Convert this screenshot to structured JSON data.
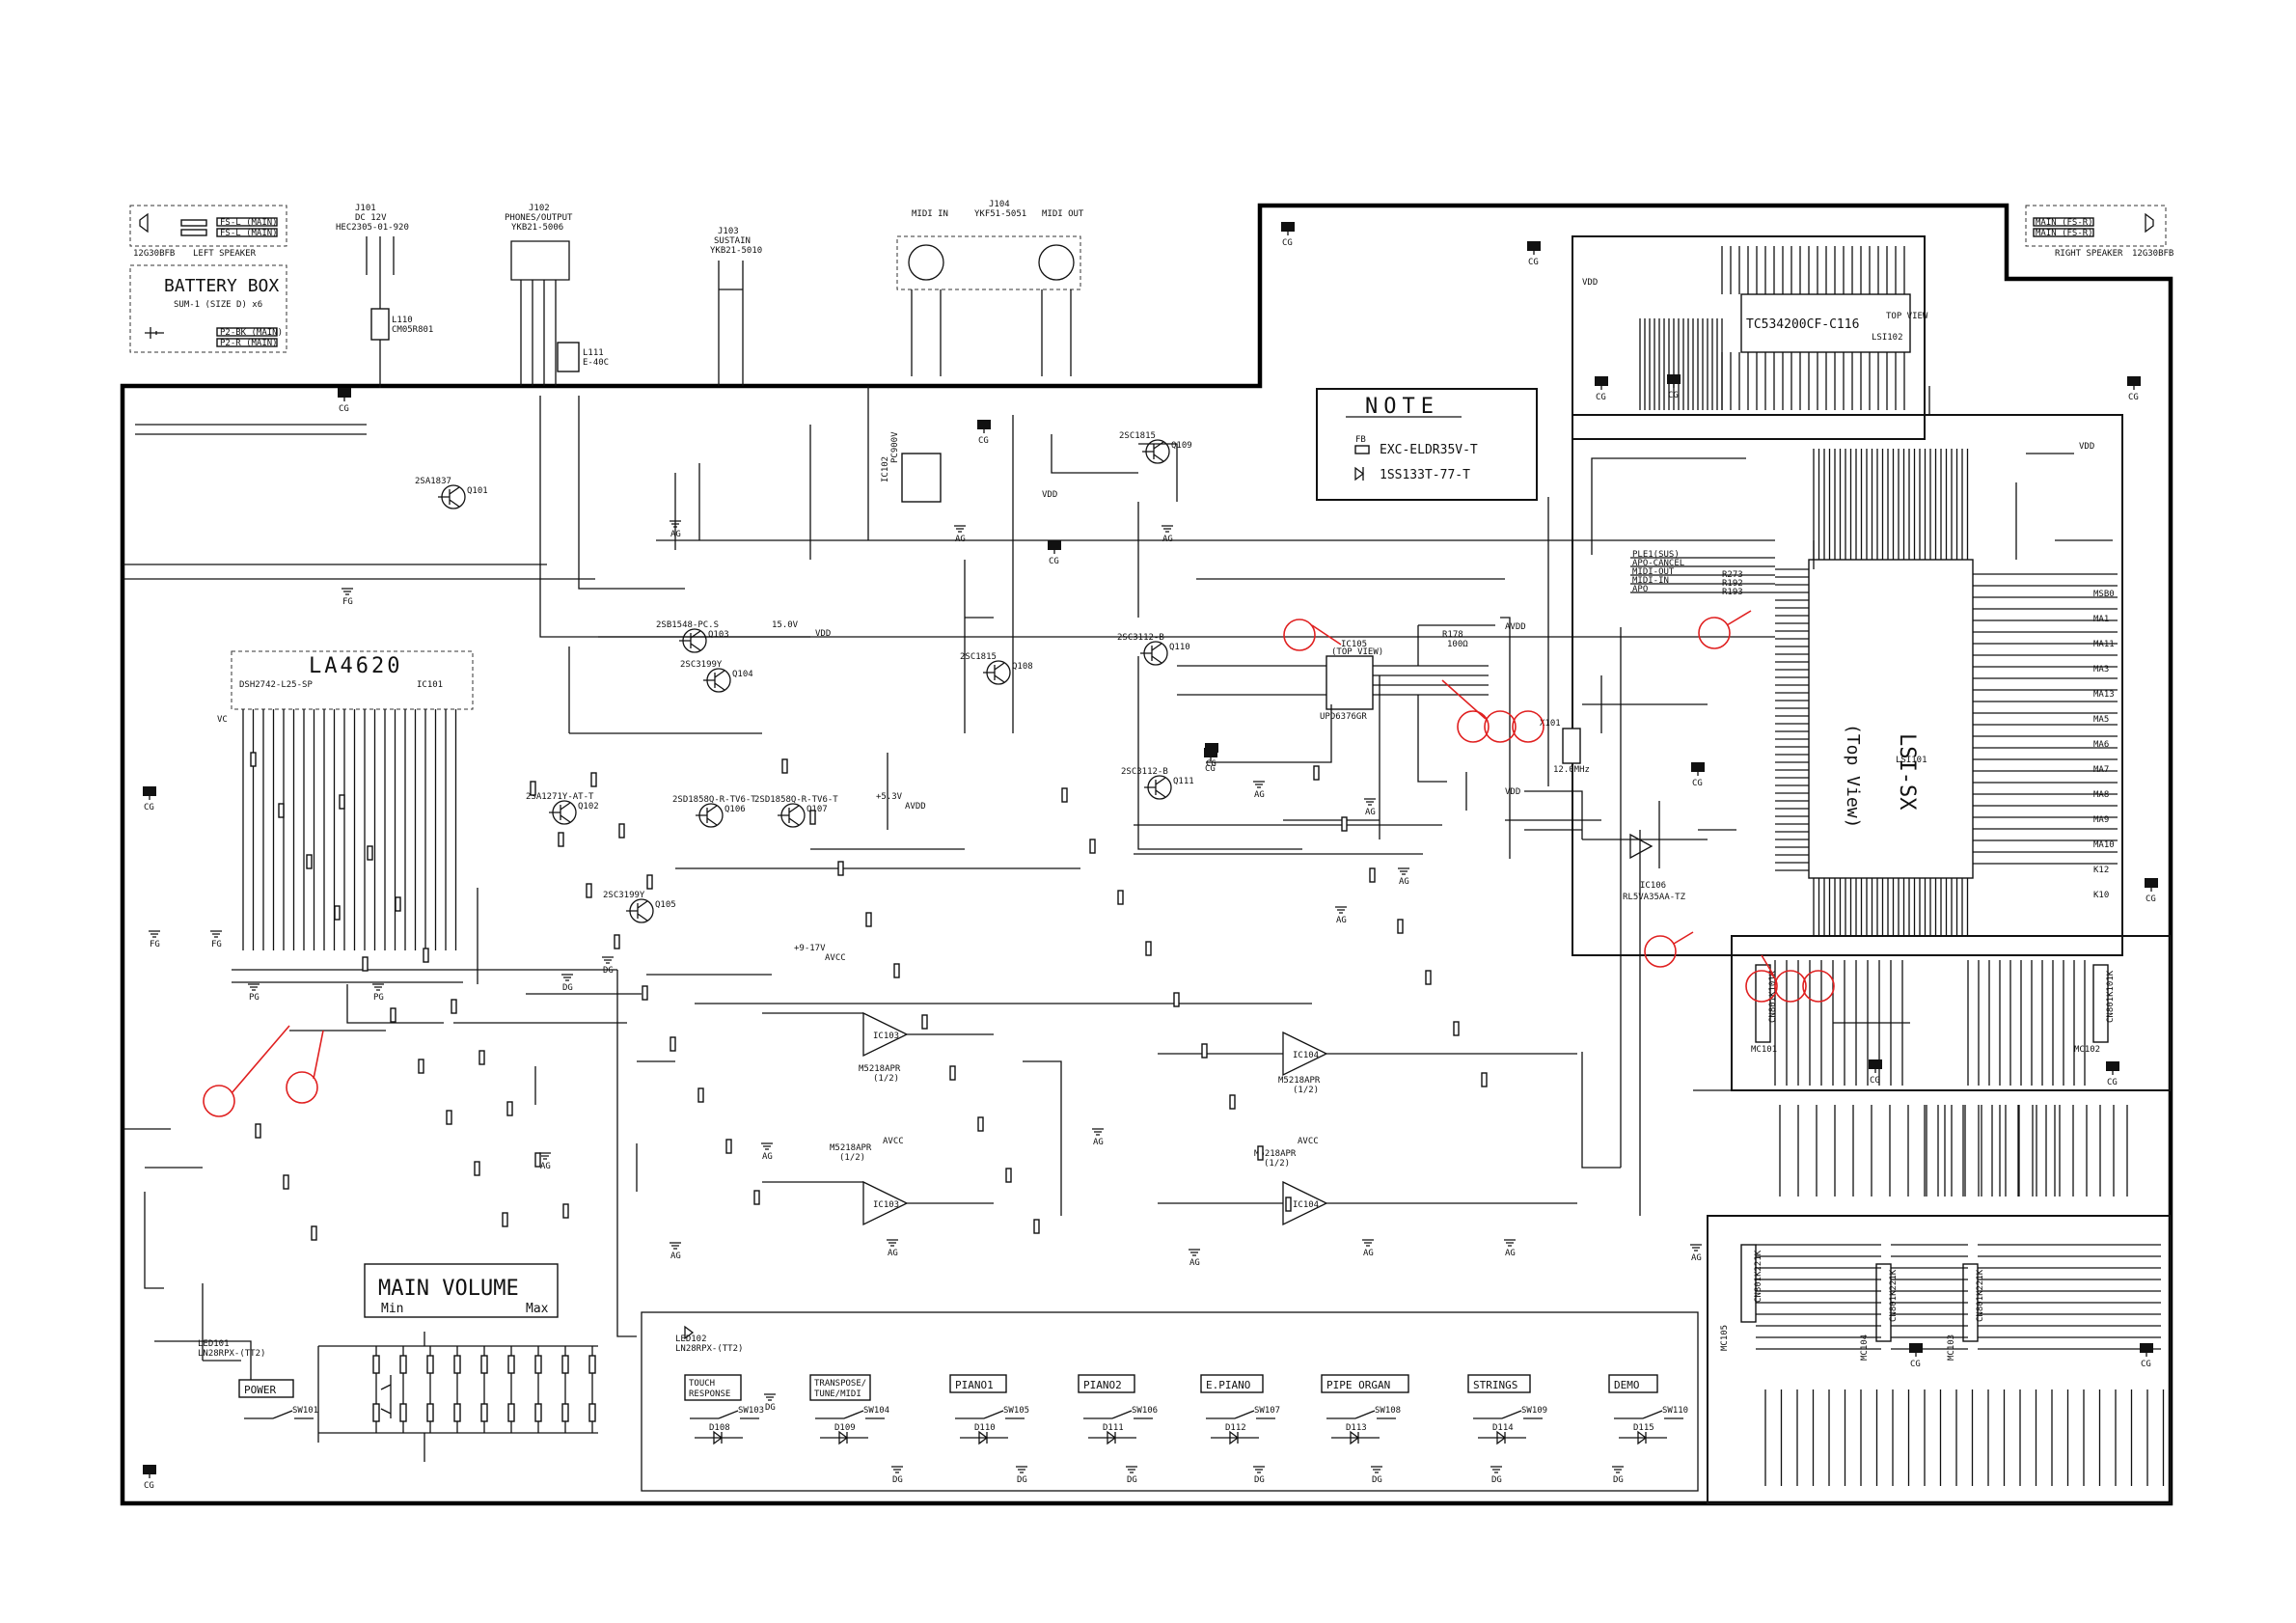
{
  "blocks": {
    "left_speaker": {
      "label": "LEFT SPEAKER",
      "part": "12G30BFB",
      "pins": [
        "FS-L (MAIN)",
        "FS-L (MAIN)"
      ]
    },
    "right_speaker": {
      "label": "RIGHT SPEAKER",
      "part": "12G30BFB",
      "pins": [
        "MAIN (FS-R)",
        "MAIN (FS-R)"
      ]
    },
    "battery_box": {
      "title": "BATTERY BOX",
      "sub": "SUM-1 (SIZE D) x6",
      "pins": [
        "P2-BK (MAIN)",
        "P2-R (MAIN)"
      ]
    },
    "j101": {
      "ref": "J101",
      "l1": "DC 12V",
      "l2": "HEC2305-01-920"
    },
    "j102": {
      "ref": "J102",
      "l1": "PHONES/OUTPUT",
      "l2": "YKB21-5006"
    },
    "j103": {
      "ref": "J103",
      "l1": "SUSTAIN",
      "l2": "YKB21-5010"
    },
    "j104": {
      "ref": "J104",
      "l1": "YKF51-5051",
      "midi_in": "MIDI IN",
      "midi_out": "MIDI OUT"
    },
    "l110": {
      "ref": "L110",
      "part": "CM05R801"
    },
    "l111": {
      "ref": "L111",
      "part": "E-40C"
    }
  },
  "ics": {
    "ic101": {
      "ref": "IC101",
      "name": "LA4620",
      "part": "DSH2742-L25-SP"
    },
    "ic_lsi": {
      "ref": "LSI101",
      "name": "LSI-SX",
      "view": "(Top View)"
    },
    "ic_rom": {
      "ref": "LSI102",
      "name": "TC534200CF-C116",
      "view": "TOP VIEW"
    },
    "ic105": {
      "ref": "IC105",
      "view": "(TOP VIEW)",
      "part": "UPD6376GR"
    },
    "ic106": {
      "ref": "IC106",
      "part": "RL5VA35AA-TZ"
    },
    "ic103a": {
      "ref": "IC103",
      "part": "M5218APR",
      "half": "(1/2)"
    },
    "ic103b": {
      "ref": "IC103",
      "part": "M5218APR",
      "half": "(1/2)"
    },
    "ic104a": {
      "ref": "IC104",
      "part": "M5218APR",
      "half": "(1/2)"
    },
    "ic104b": {
      "ref": "IC104",
      "part": "M5218APR",
      "half": "(1/2)"
    },
    "ic102": {
      "ref": "IC102",
      "part": "PC900V"
    }
  },
  "note": {
    "title": "NOTE",
    "fb_label": "FB",
    "fb_value": "EXC-ELDR35V-T",
    "diode_value": "1SS133T-77-T"
  },
  "main_volume": {
    "title": "MAIN VOLUME",
    "min": "Min",
    "max": "Max"
  },
  "buttons": [
    {
      "label": "POWER",
      "sw": "SW101",
      "led": "LED101",
      "led_part": "LN28RPX-(TT2)"
    },
    {
      "label": "TOUCH RESPONSE",
      "sw": "SW103",
      "diode": "D108"
    },
    {
      "label": "TRANSPOSE/ TUNE/MIDI",
      "sw": "SW104",
      "diode": "D109"
    },
    {
      "label": "PIANO1",
      "sw": "SW105",
      "diode": "D110"
    },
    {
      "label": "PIANO2",
      "sw": "SW106",
      "diode": "D111"
    },
    {
      "label": "E.PIANO",
      "sw": "SW107",
      "diode": "D112"
    },
    {
      "label": "PIPE ORGAN",
      "sw": "SW108",
      "diode": "D113"
    },
    {
      "label": "STRINGS",
      "sw": "SW109",
      "diode": "D114"
    },
    {
      "label": "DEMO",
      "sw": "SW110",
      "diode": "D115"
    }
  ],
  "led102": {
    "ref": "LED102",
    "part": "LN28RPX-(TT2)"
  },
  "transistors": [
    {
      "ref": "Q101",
      "part": "2SA1837"
    },
    {
      "ref": "Q102",
      "part": "2SA1271Y-AT-T"
    },
    {
      "ref": "Q103",
      "part": "2SB1548-PC.S"
    },
    {
      "ref": "Q104",
      "part": "2SC3199Y"
    },
    {
      "ref": "Q105",
      "part": "2SC3199Y"
    },
    {
      "ref": "Q106",
      "part": "2SD1858Q-R-TV6-T"
    },
    {
      "ref": "Q107",
      "part": "2SD1858Q-R-TV6-T"
    },
    {
      "ref": "Q108",
      "part": "2SC1815"
    },
    {
      "ref": "Q109",
      "part": "2SC1815"
    },
    {
      "ref": "Q110",
      "part": "2SC3112-B"
    },
    {
      "ref": "Q111",
      "part": "2SC3112-B"
    }
  ],
  "rails": {
    "v15": "15.0V",
    "vdd": "VDD",
    "avdd": "AVDD",
    "v5": "+5.3V",
    "v17": "+9-17V",
    "avcc": "AVCC",
    "vc": "VC"
  },
  "connectors": {
    "cn101": "CN801K101K",
    "cn102": "CN801K101K",
    "mc101": "MC101",
    "mc102": "MC102",
    "mc103": "MC103",
    "mc104": "MC104",
    "mc105": "MC105",
    "cn103": "CN801K221K",
    "cn104": "CN801K221K",
    "cn105": "CN801K221K"
  },
  "grounds": {
    "cg": "CG",
    "ag": "AG",
    "dg": "DG",
    "pg": "PG",
    "fg": "FG"
  },
  "misc": {
    "lsi_signals": [
      "PLE1(SUS)",
      "APO-CANCEL",
      "MIDI-OUT",
      "MIDI-IN",
      "APO"
    ],
    "r273": "R273",
    "r192": "R192",
    "r193": "R193",
    "r178": "R178",
    "r178v": "100Ω",
    "x101": "X101",
    "x101v": "12.0MHz",
    "lsi_right": [
      "MSB0",
      "MA1",
      "MA11",
      "MA3",
      "MA13",
      "MA5",
      "MA6",
      "MA7",
      "MA8",
      "MA9",
      "MA10",
      "K12",
      "K10"
    ]
  }
}
